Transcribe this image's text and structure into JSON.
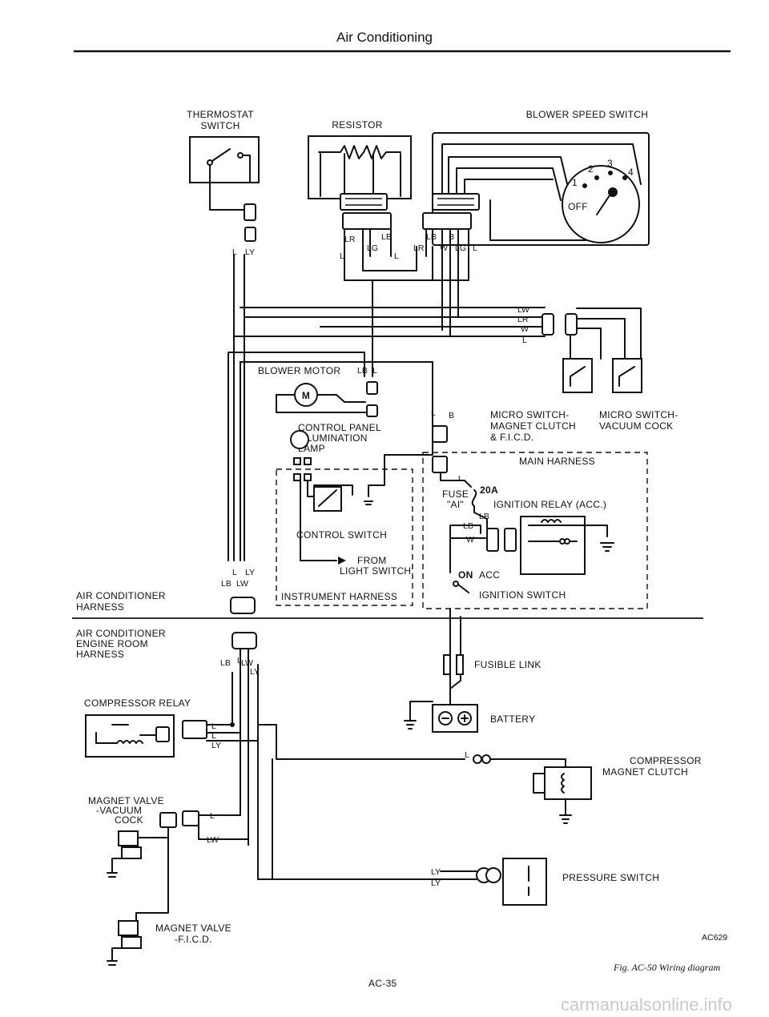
{
  "header": {
    "title": "Air Conditioning"
  },
  "components": {
    "thermostat_switch": [
      "THERMOSTAT",
      "SWITCH"
    ],
    "resistor": "RESISTOR",
    "blower_speed_switch": "BLOWER SPEED SWITCH",
    "speed_positions": [
      "1",
      "2",
      "3",
      "4",
      "OFF"
    ],
    "blower_motor": "BLOWER MOTOR",
    "motor_symbol": "M",
    "control_panel_lamp": [
      "CONTROL PANEL",
      "ILLUMINATION",
      "LAMP"
    ],
    "control_switch": "CONTROL SWITCH",
    "from_light_switch": [
      "FROM",
      "LIGHT SWITCH"
    ],
    "instrument_harness": "INSTRUMENT HARNESS",
    "micro_switch_magnet": [
      "MICRO SWITCH-",
      "MAGNET CLUTCH",
      "& F.I.C.D."
    ],
    "micro_switch_vacuum": [
      "MICRO SWITCH-",
      "VACUUM COCK"
    ],
    "main_harness": "MAIN HARNESS",
    "fuse": [
      "FUSE",
      "\"AI\"",
      "20A"
    ],
    "ignition_relay": "IGNITION RELAY (ACC.)",
    "ignition_switch": "IGNITION SWITCH",
    "ign_on": "ON",
    "ign_acc": "ACC",
    "ac_harness": [
      "AIR CONDITIONER",
      "HARNESS"
    ],
    "ac_engine_room_harness": [
      "AIR CONDITIONER",
      "ENGINE ROOM",
      "HARNESS"
    ],
    "fusible_link": "FUSIBLE LINK",
    "battery": "BATTERY",
    "compressor_relay": "COMPRESSOR RELAY",
    "compressor_clutch": [
      "COMPRESSOR",
      "MAGNET CLUTCH"
    ],
    "magnet_valve_vacuum": [
      "MAGNET VALVE",
      "-VACUUM",
      "COCK"
    ],
    "pressure_switch": "PRESSURE SWITCH",
    "magnet_valve_ficd": [
      "MAGNET VALVE",
      "-F.I.C.D."
    ]
  },
  "wire_codes": {
    "thermo": [
      "L",
      "LY"
    ],
    "resistor": [
      "LR",
      "LB",
      "L",
      "LG",
      "L"
    ],
    "speed": [
      "LB",
      "B",
      "LR",
      "W",
      "LG",
      "L"
    ],
    "micro": [
      "LW",
      "LR",
      "W",
      "L"
    ],
    "motor": [
      "LB",
      "L"
    ],
    "panel": [
      "L",
      "B"
    ],
    "fuse": "L",
    "relay": [
      "LB",
      "LB",
      "W"
    ],
    "ac_harness": [
      "L",
      "LY",
      "LB",
      "LW"
    ],
    "engine_room": [
      "L",
      "LB",
      "LW",
      "LY"
    ],
    "comp_relay": [
      "L",
      "L",
      "LY"
    ],
    "clutch": "L",
    "pressure": [
      "LY",
      "LY"
    ],
    "valve": [
      "L",
      "LW"
    ]
  },
  "code": "AC629",
  "caption": "Fig. AC-50 Wiring diagram",
  "page_number": "AC-35",
  "watermark": "carmanualsonline.info"
}
